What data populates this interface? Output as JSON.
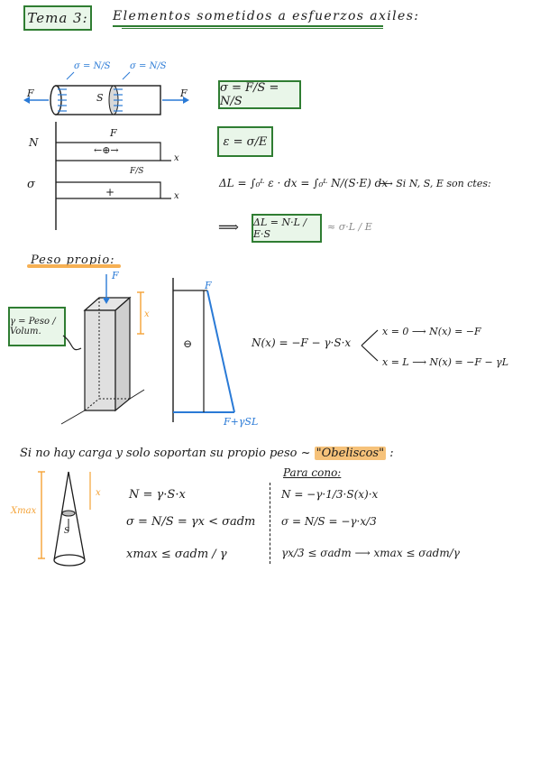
{
  "header": {
    "tema_label": "Tema 3:",
    "title": "Elementos sometidos a esfuerzos axiles:"
  },
  "section1": {
    "sigma_label_left": "σ = N/S",
    "sigma_label_right": "σ = N/S",
    "force_label_F": "F",
    "S_label": "S",
    "N_label": "N",
    "sigma_label": "σ",
    "N_diagram_value": "F",
    "N_diagram_sign": "←⊕→",
    "sigma_diagram_value": "F/S",
    "sigma_diagram_sign": "+",
    "axis_x": "x",
    "eq_sigma": "σ = F/S = N/S",
    "eq_epsilon": "ε = σ/E",
    "eq_deltaL": "ΔL = ∫₀ᴸ ε · dx = ∫₀ᴸ N/(S·E) dx",
    "eq_deltaL_note": "⟶ Si N, S, E son ctes:",
    "eq_deltaL_result": "ΔL = N·L / E·S",
    "eq_deltaL_alt": "≈ σ·L / E"
  },
  "section2": {
    "title": "Peso propio:",
    "gamma_box": "γ = Peso / Volum.",
    "F_top": "F",
    "x_label": "x",
    "F_diag": "F",
    "F_bottom": "F+γSL",
    "diag_sign": "⊖",
    "N_eq": "N(x) = −F − γ·S·x",
    "branch1": "x = 0 ⟶ N(x) = −F",
    "branch2": "x = L ⟶ N(x) = −F − γL"
  },
  "section3": {
    "intro": "Si no hay carga y solo soportan su propio peso ~",
    "obeliscos": "\"Obeliscos\"",
    "colon": ":",
    "xmax_label": "Xmax",
    "x_label": "x",
    "S_label": "S",
    "eq1": "N = γ·S·x",
    "eq2": "σ = N/S = γx < σadm",
    "eq3": "xmax ≤ σadm / γ",
    "cone_title": "Para cono:",
    "cone_eq1": "N = −γ·1/3·S(x)·x",
    "cone_eq2": "σ = N/S = −γ·x/3",
    "cone_eq3": "γx/3 ≤ σadm ⟶ xmax ≤ σadm/γ"
  },
  "colors": {
    "green": "#2f7d32",
    "green_fill": "#e9f6e9",
    "blue": "#2a7ad6",
    "orange": "#f4a236",
    "ink": "#1b1b1b"
  }
}
